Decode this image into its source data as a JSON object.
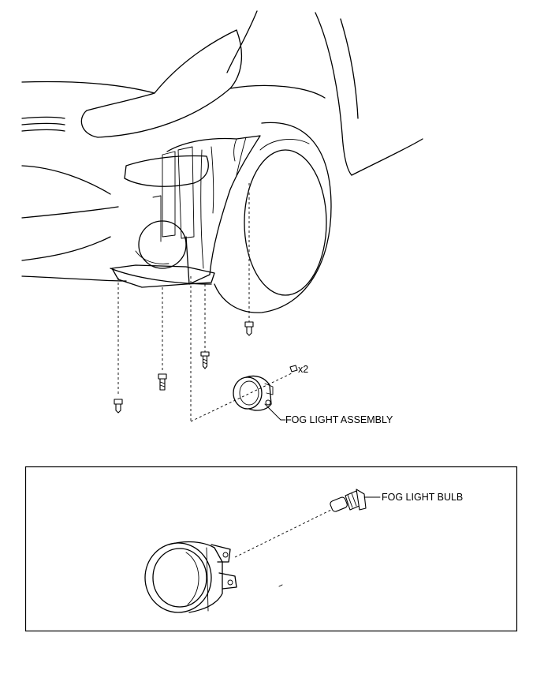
{
  "labels": {
    "bolt_quantity": "x2",
    "fog_light_assembly": "FOG LIGHT ASSEMBLY",
    "fog_light_bulb": "FOG LIGHT BULB"
  }
}
